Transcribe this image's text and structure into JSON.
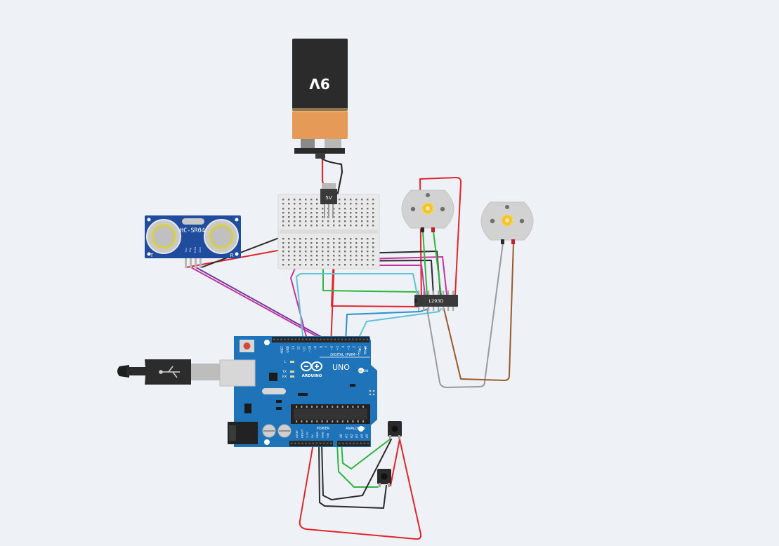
{
  "battery": {
    "label": "9V"
  },
  "regulator": {
    "label": "5V"
  },
  "sensor": {
    "label": "HC-SR04",
    "left_mark": "T",
    "right_mark": "R",
    "pins": [
      "Vcc",
      "Trig",
      "Echo",
      "Gnd"
    ]
  },
  "driver": {
    "label": "L293D"
  },
  "arduino": {
    "brand": "ARDUINO",
    "model": "UNO",
    "digital_label": "DIGITAL (PWM~)",
    "power_label": "POWER",
    "analog_label": "ANALOG IN",
    "on_label": "ON",
    "tx_label": "TX",
    "rx_label": "RX",
    "l_label": "L",
    "top_pins": [
      "AREF",
      "GND",
      "13",
      "12",
      "~11",
      "~10",
      "~9",
      "8",
      "7",
      "~6",
      "~5",
      "4",
      "~3",
      "2",
      "TX▶1",
      "RX◀0"
    ],
    "power_pins": [
      "IOREF",
      "RESET",
      "3.3V",
      "5V",
      "GND",
      "GND",
      "VIN"
    ],
    "analog_pins": [
      "A0",
      "A1",
      "A2",
      "A3",
      "A4",
      "A5"
    ]
  },
  "colors": {
    "background": "#eef2f6",
    "board": "#1e73b9",
    "wire_red": "#e0262a",
    "wire_black": "#2b2b2b",
    "wire_green": "#2fb540",
    "wire_magenta": "#c9329e",
    "wire_purple": "#6b3aa2",
    "wire_cyan": "#5fc2d6",
    "wire_blue": "#2a8fd0",
    "wire_gray": "#9a9a9a",
    "wire_brown": "#9a5a2e",
    "battery_top": "#2b2b2b",
    "battery_bottom": "#e59a57"
  }
}
